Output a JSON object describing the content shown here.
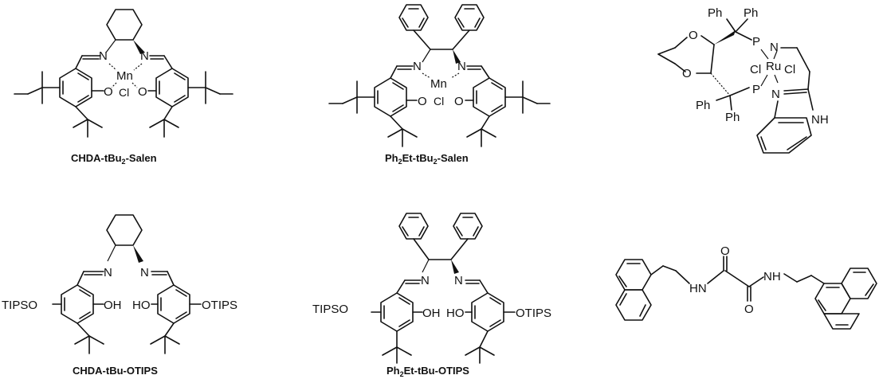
{
  "structures": [
    {
      "caption_main": "CHDA-tBu",
      "caption_sub": "2",
      "caption_tail": "-Salen",
      "metal": "Mn",
      "ligand": "Cl",
      "n1": "N",
      "n2": "N",
      "o1": "O",
      "o2": "O"
    },
    {
      "caption_pre": "Ph",
      "caption_pre_sub": "2",
      "caption_main": "Et-tBu",
      "caption_sub": "2",
      "caption_tail": "-Salen",
      "metal": "Mn",
      "ligand": "Cl",
      "n1": "N",
      "n2": "N",
      "o1": "O",
      "o2": "O"
    },
    {
      "metal": "Ru",
      "cl1": "Cl",
      "cl2": "Cl",
      "ph": "Ph",
      "p": "P",
      "n": "N",
      "nh": "NH",
      "o": "O"
    },
    {
      "caption": "CHDA-tBu-OTIPS",
      "tipso": "TIPSO",
      "otips": "OTIPS",
      "oh": "OH",
      "ho": "HO",
      "n": "N"
    },
    {
      "caption_pre": "Ph",
      "caption_pre_sub": "2",
      "caption_main": "Et-tBu-OTIPS",
      "tipso": "TIPSO",
      "otips": "OTIPS",
      "oh": "OH",
      "ho": "HO",
      "n": "N"
    },
    {
      "hn": "HN",
      "nh": "NH",
      "o": "O"
    }
  ]
}
